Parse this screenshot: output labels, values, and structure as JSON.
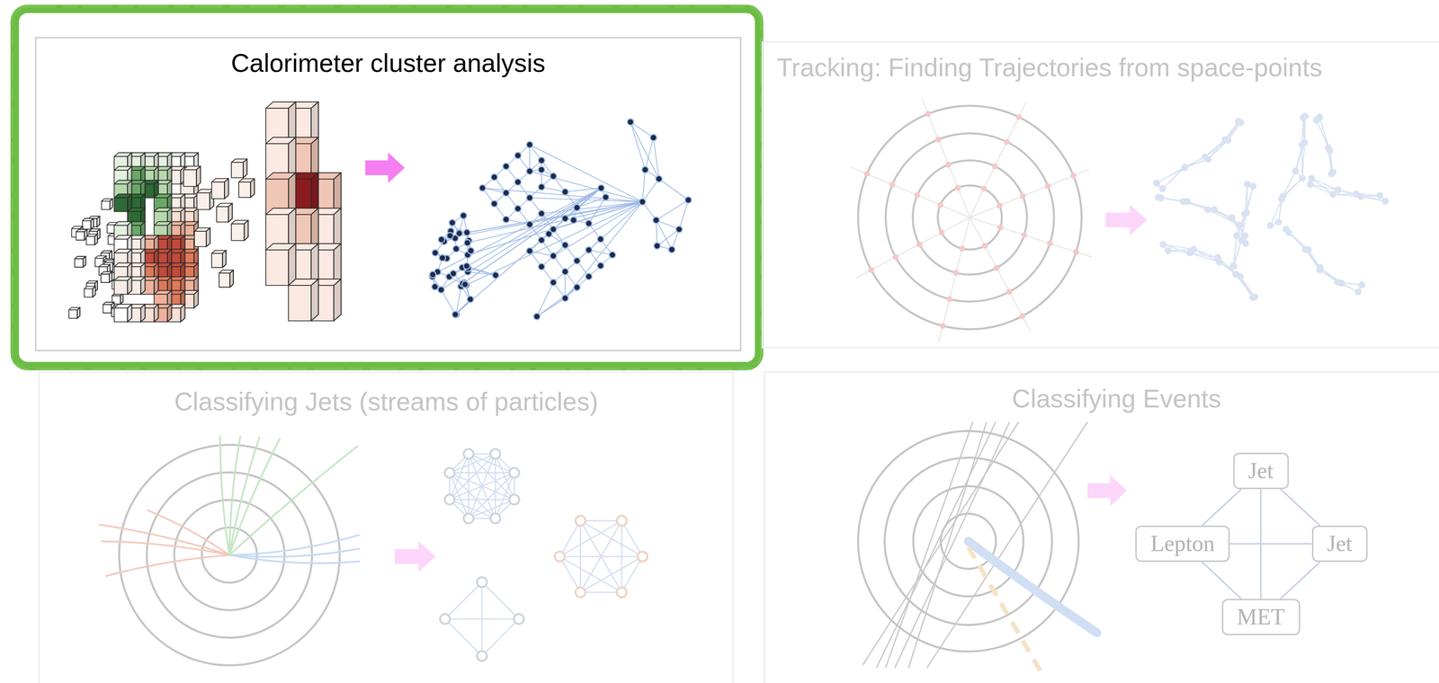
{
  "diagram": {
    "nodes": [
      {
        "text": [
          "Calorimeter cluster analysis"
        ]
      },
      {
        "text": [
          "Tracking: Finding Trajectories from space-points"
        ]
      },
      {
        "text": [
          "Classifying Jets (streams of particles)"
        ]
      },
      {
        "text": [
          "Classifying Events"
        ]
      },
      {
        "text": [
          "Jet"
        ],
        "in": 3
      },
      {
        "text": [
          "Lepton"
        ],
        "in": 3
      },
      {
        "text": [
          "Jet"
        ],
        "in": 3
      },
      {
        "text": [
          "MET"
        ],
        "in": 3
      }
    ],
    "edges": [
      {
        "from": 4,
        "to": 5,
        "arrow": "none"
      },
      {
        "from": 4,
        "to": 6,
        "arrow": "none"
      },
      {
        "from": 4,
        "to": 7,
        "arrow": "none"
      },
      {
        "from": 5,
        "to": 6,
        "arrow": "none"
      },
      {
        "from": 5,
        "to": 7,
        "arrow": "none"
      },
      {
        "from": 6,
        "to": 7,
        "arrow": "none"
      }
    ]
  }
}
